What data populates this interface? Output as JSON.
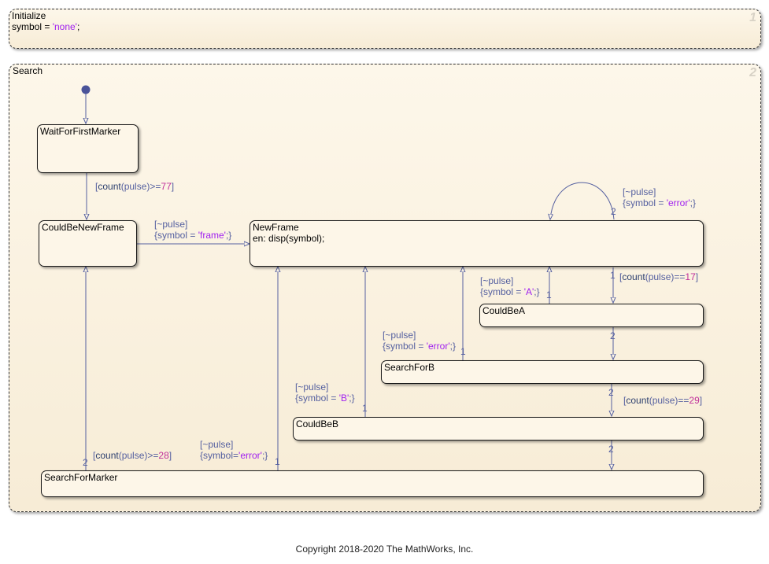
{
  "parallel_states": [
    {
      "name": "Initialize",
      "order": "1",
      "body": "symbol = ",
      "body_str": "'none'",
      "body_end": ";"
    },
    {
      "name": "Search",
      "order": "2"
    }
  ],
  "states": {
    "wait_for_first_marker": "WaitForFirstMarker",
    "could_be_new_frame": "CouldBeNewFrame",
    "new_frame": "NewFrame",
    "new_frame_action": "en: disp(symbol);",
    "could_be_a": "CouldBeA",
    "search_for_b": "SearchForB",
    "could_be_b": "CouldBeB",
    "search_for_marker": "SearchForMarker"
  },
  "transitions": {
    "t_wait_to_cbnf": {
      "pre": "[",
      "fn": "count",
      "mid": "(pulse)>=",
      "num": "77",
      "post": "]"
    },
    "t_cbnf_to_nf": {
      "guard": "[~pulse]",
      "act_pre": "{symbol = ",
      "act_str": "'frame'",
      "act_post": ";}"
    },
    "t_nf_self": {
      "guard": "[~pulse]",
      "act_pre": "{symbol = ",
      "act_str": "'error'",
      "act_post": ";}",
      "order": "2"
    },
    "t_nf_to_cba": {
      "pre": "[",
      "fn": "count",
      "mid": "(pulse)==",
      "num": "17",
      "post": "]",
      "order": "1"
    },
    "t_cba_to_nf": {
      "guard": "[~pulse]",
      "act_pre": "{symbol = ",
      "act_str": "'A'",
      "act_post": ";}",
      "order": "1"
    },
    "t_cba_to_sfb": {
      "order": "2"
    },
    "t_sfb_to_nf": {
      "guard": "[~pulse]",
      "act_pre": "{symbol = ",
      "act_str": "'error'",
      "act_post": ";}",
      "order": "1"
    },
    "t_sfb_to_cbb": {
      "pre": "[",
      "fn": "count",
      "mid": "(pulse)==",
      "num": "29",
      "post": "]",
      "order": "2"
    },
    "t_cbb_to_nf": {
      "guard": "[~pulse]",
      "act_pre": "{symbol = ",
      "act_str": "'B'",
      "act_post": ";}",
      "order": "1"
    },
    "t_cbb_to_sfm": {
      "order": "2"
    },
    "t_sfm_to_cbnf": {
      "pre": "[",
      "fn": "count",
      "mid": "(pulse)>=",
      "num": "28",
      "post": "]",
      "order": "2"
    },
    "t_sfm_to_nf": {
      "guard": "[~pulse]",
      "act_pre": "{symbol=",
      "act_str": "'error'",
      "act_post": ";}",
      "order": "1"
    }
  },
  "colors": {
    "transition": "#5560a0",
    "string": "#a020f0",
    "number": "#c0309a"
  },
  "footer": "Copyright 2018-2020 The MathWorks, Inc."
}
